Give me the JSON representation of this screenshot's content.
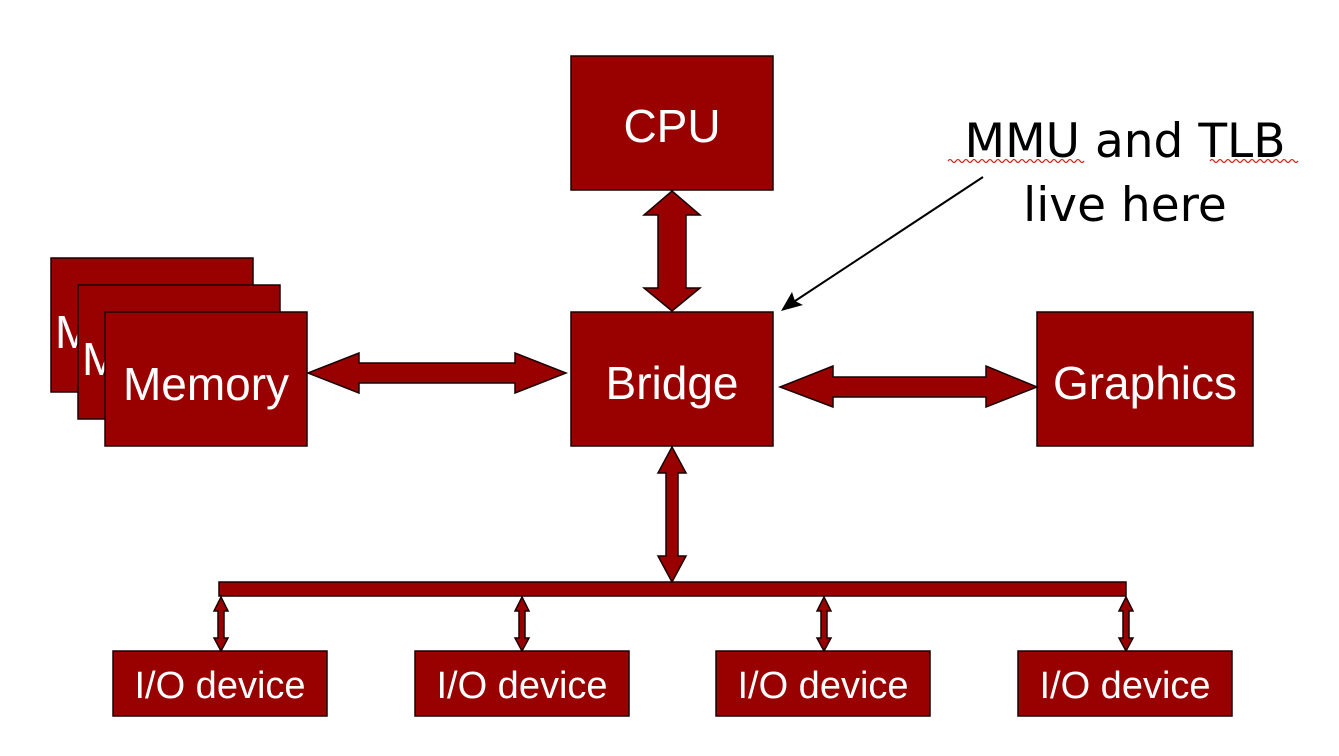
{
  "diagram": {
    "title": "System architecture: MMU and TLB location",
    "colors": {
      "box_fill": "#990000",
      "box_text": "#ffffff",
      "annotation_text": "#000000",
      "spellcheck_underline": "#e02020"
    },
    "nodes": {
      "cpu": {
        "label": "CPU"
      },
      "bridge": {
        "label": "Bridge"
      },
      "graphics": {
        "label": "Graphics"
      },
      "memory": {
        "label": "Memory",
        "stack_back_label": "M",
        "stack_middle_label": "M"
      },
      "io_devices": [
        {
          "label": "I/O device"
        },
        {
          "label": "I/O device"
        },
        {
          "label": "I/O device"
        },
        {
          "label": "I/O device"
        }
      ]
    },
    "edges": [
      {
        "from": "cpu",
        "to": "bridge",
        "type": "bidirectional"
      },
      {
        "from": "memory",
        "to": "bridge",
        "type": "bidirectional"
      },
      {
        "from": "bridge",
        "to": "graphics",
        "type": "bidirectional"
      },
      {
        "from": "bridge",
        "to": "io-bus",
        "type": "bidirectional"
      },
      {
        "from": "io-bus",
        "to": "io-device-1",
        "type": "bidirectional"
      },
      {
        "from": "io-bus",
        "to": "io-device-2",
        "type": "bidirectional"
      },
      {
        "from": "io-bus",
        "to": "io-device-3",
        "type": "bidirectional"
      },
      {
        "from": "io-bus",
        "to": "io-device-4",
        "type": "bidirectional"
      }
    ],
    "annotation": {
      "line1": "MMU and TLB",
      "line2": "live here",
      "points_to": "bridge",
      "spellcheck_flagged": [
        "MMU",
        "TLB"
      ]
    }
  }
}
